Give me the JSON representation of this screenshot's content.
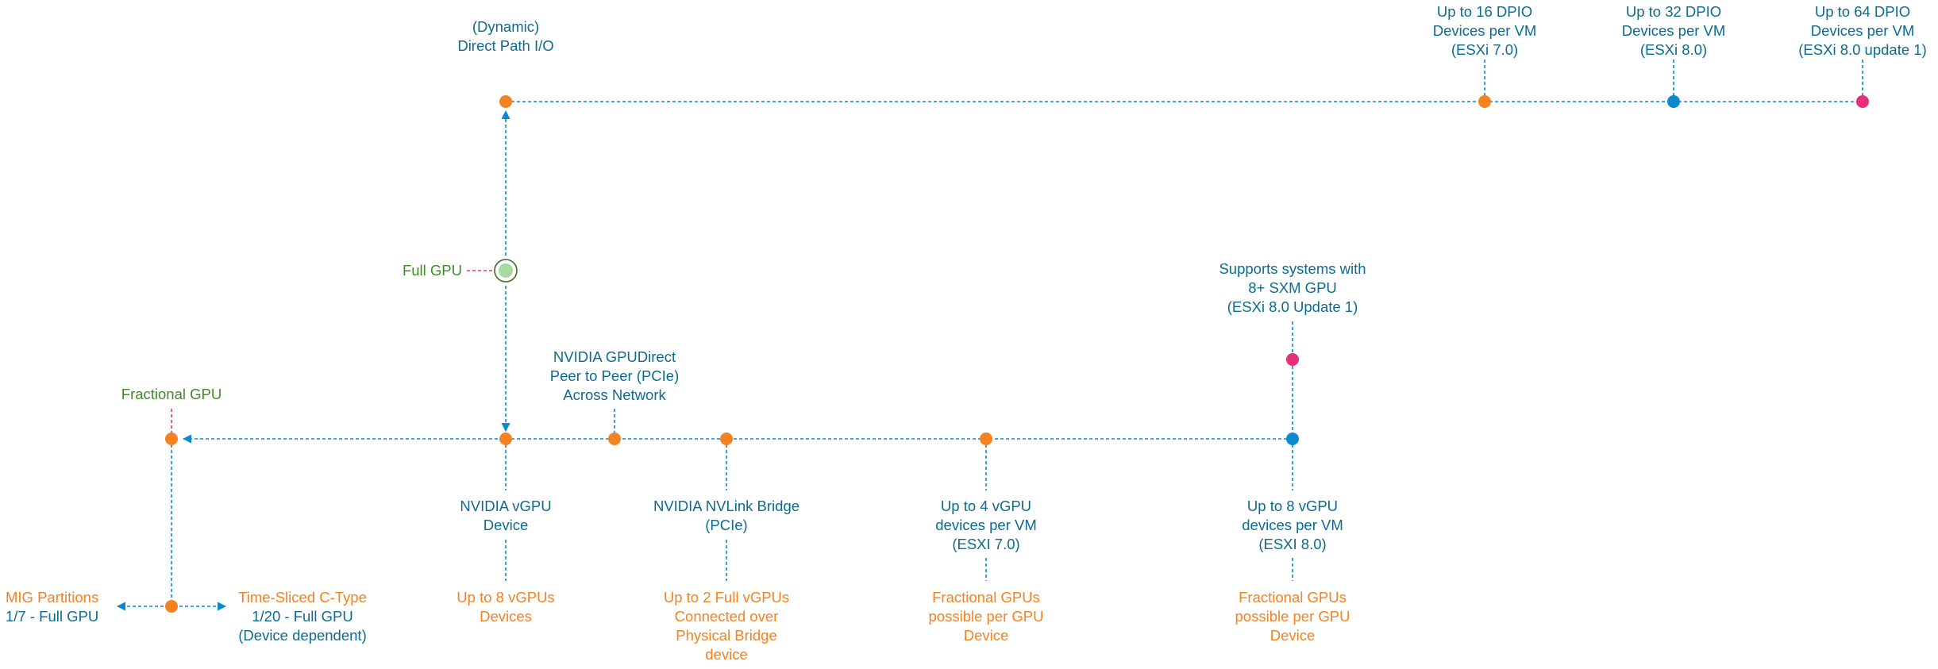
{
  "colors": {
    "blue_text": "#0c6b8f",
    "orange": "#f58220",
    "green": "#3f8a2a",
    "pink": "#e8307a",
    "node_blue": "#0a8bd0",
    "connector": "#0a8bd0",
    "full_gpu_fill": "#a6dba0"
  },
  "labels": {
    "direct_path": [
      "(Dynamic)",
      "Direct Path I/O"
    ],
    "dpio_16": [
      "Up to 16 DPIO",
      "Devices per VM",
      "(ESXi 7.0)"
    ],
    "dpio_32": [
      "Up to 32 DPIO",
      "Devices per VM",
      "(ESXi 8.0)"
    ],
    "dpio_64": [
      "Up to 64 DPIO",
      "Devices per VM",
      "(ESXi 8.0 update 1)"
    ],
    "full_gpu": "Full GPU",
    "sxm": [
      "Supports systems with",
      "8+ SXM GPU",
      "(ESXi 8.0 Update 1)"
    ],
    "gpudirect": [
      "NVIDIA  GPUDirect",
      "Peer to Peer (PCIe)",
      "Across Network"
    ],
    "fractional_gpu": "Fractional GPU",
    "vgpu_device": [
      "NVIDIA vGPU",
      "Device"
    ],
    "nvlink": [
      "NVIDIA  NVLink Bridge",
      "(PCIe)"
    ],
    "vgpu_4": [
      "Up to 4 vGPU",
      "devices per VM",
      "(ESXI 7.0)"
    ],
    "vgpu_8": [
      "Up to 8 vGPU",
      "devices per VM",
      "(ESXI 8.0)"
    ],
    "mig": [
      "MIG Partitions",
      "1/7 - Full GPU"
    ],
    "time_sliced": [
      "Time-Sliced C-Type",
      "1/20 - Full GPU",
      "(Device dependent)"
    ],
    "up_to_8_vgpus": [
      "Up to 8 vGPUs",
      "Devices"
    ],
    "up_to_2_full": [
      "Up to 2 Full vGPUs",
      "Connected over",
      "Physical Bridge",
      "device"
    ],
    "fractional_4": [
      "Fractional GPUs",
      "possible per GPU",
      "Device"
    ],
    "fractional_8": [
      "Fractional GPUs",
      "possible per GPU",
      "Device"
    ]
  }
}
